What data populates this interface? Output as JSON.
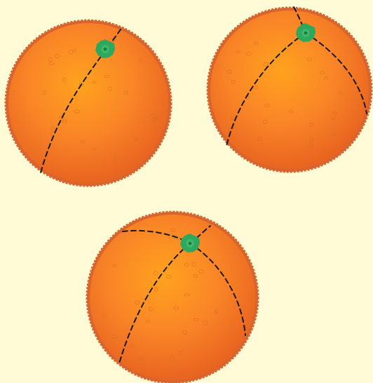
{
  "diagram": {
    "background_color": "#FFFBD6",
    "orange_colors": {
      "center": "#FFA21E",
      "mid": "#F98427",
      "edge": "#E86420",
      "rim": "#D9652E",
      "pore": "#D86A22"
    },
    "stem_colors": {
      "outer": "#2EA85C",
      "inner": "#57D184",
      "center": "#1E7A42"
    },
    "cut_line_color": "#1A1A1A",
    "oranges": [
      {
        "id": "orange-one-cut",
        "cut_count": 1
      },
      {
        "id": "orange-two-cuts",
        "cut_count": 2
      },
      {
        "id": "orange-three-cuts",
        "cut_count": 3
      }
    ]
  }
}
